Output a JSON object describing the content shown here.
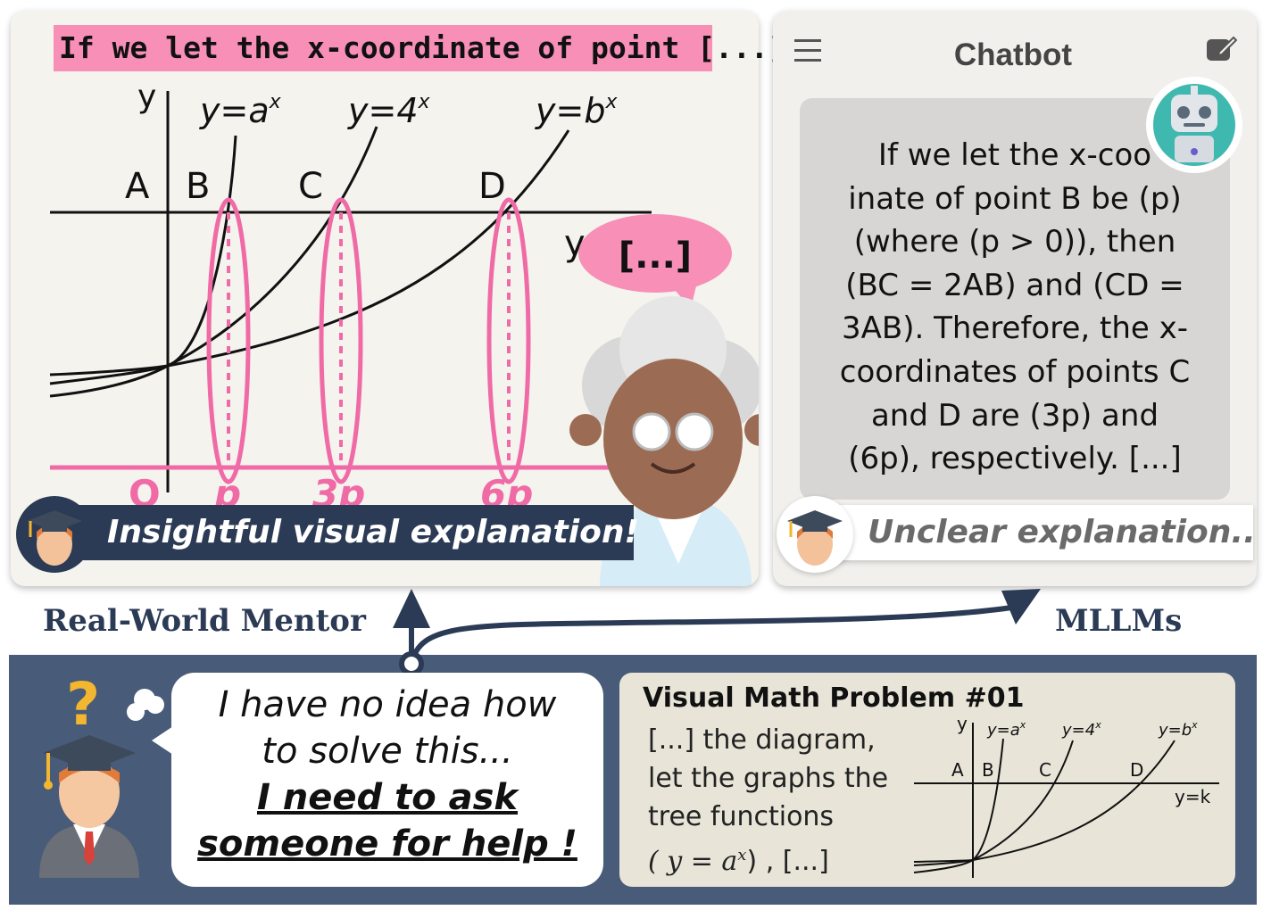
{
  "mentor": {
    "quote": "If we let the x-coordinate of point [...]",
    "speech": "[...]",
    "banner": "Insightful visual explanation!",
    "label": "Real-World Mentor"
  },
  "mentor_graph": {
    "y_axis": "y",
    "curve_labels": [
      "y=a",
      "y=4",
      "y=b"
    ],
    "curve_exponent": "x",
    "points": [
      "A",
      "B",
      "C",
      "D"
    ],
    "line_label": "y",
    "x_ticks": [
      "O",
      "p",
      "3p",
      "6p"
    ]
  },
  "chatbot": {
    "title": "Chatbot",
    "menu_icon": "hamburger-menu-icon",
    "edit_icon": "edit-icon",
    "response_lines": [
      "If we let the x-coo",
      "inate of point B be (p)",
      "(where (p > 0)), then",
      "(BC = 2AB) and (CD =",
      "3AB). Therefore, the x-",
      "coordinates of points C",
      "and D are (3p) and",
      "(6p), respectively.  [...]"
    ],
    "banner": "Unclear explanation..",
    "label": "MLLMs"
  },
  "student": {
    "line1": "I have no idea how",
    "line2": "to solve this...",
    "line3": "I need to ask",
    "line4": "someone for help !"
  },
  "problem": {
    "title": "Visual Math Problem #01",
    "line1": "[...] the diagram,",
    "line2": "let the graphs the",
    "line3": "tree functions",
    "line4_pre": "( y = a",
    "line4_sup": "x",
    "line4_post": ") , [...]",
    "graph": {
      "y_axis": "y",
      "curve_labels": [
        "y=a",
        "y=4",
        "y=b"
      ],
      "curve_exponent": "x",
      "points": [
        "A",
        "B",
        "C",
        "D"
      ],
      "line_label": "y=k"
    }
  },
  "colors": {
    "accent_pink": "#f78fb7",
    "navy": "#2b3a55",
    "band": "#485b78"
  }
}
